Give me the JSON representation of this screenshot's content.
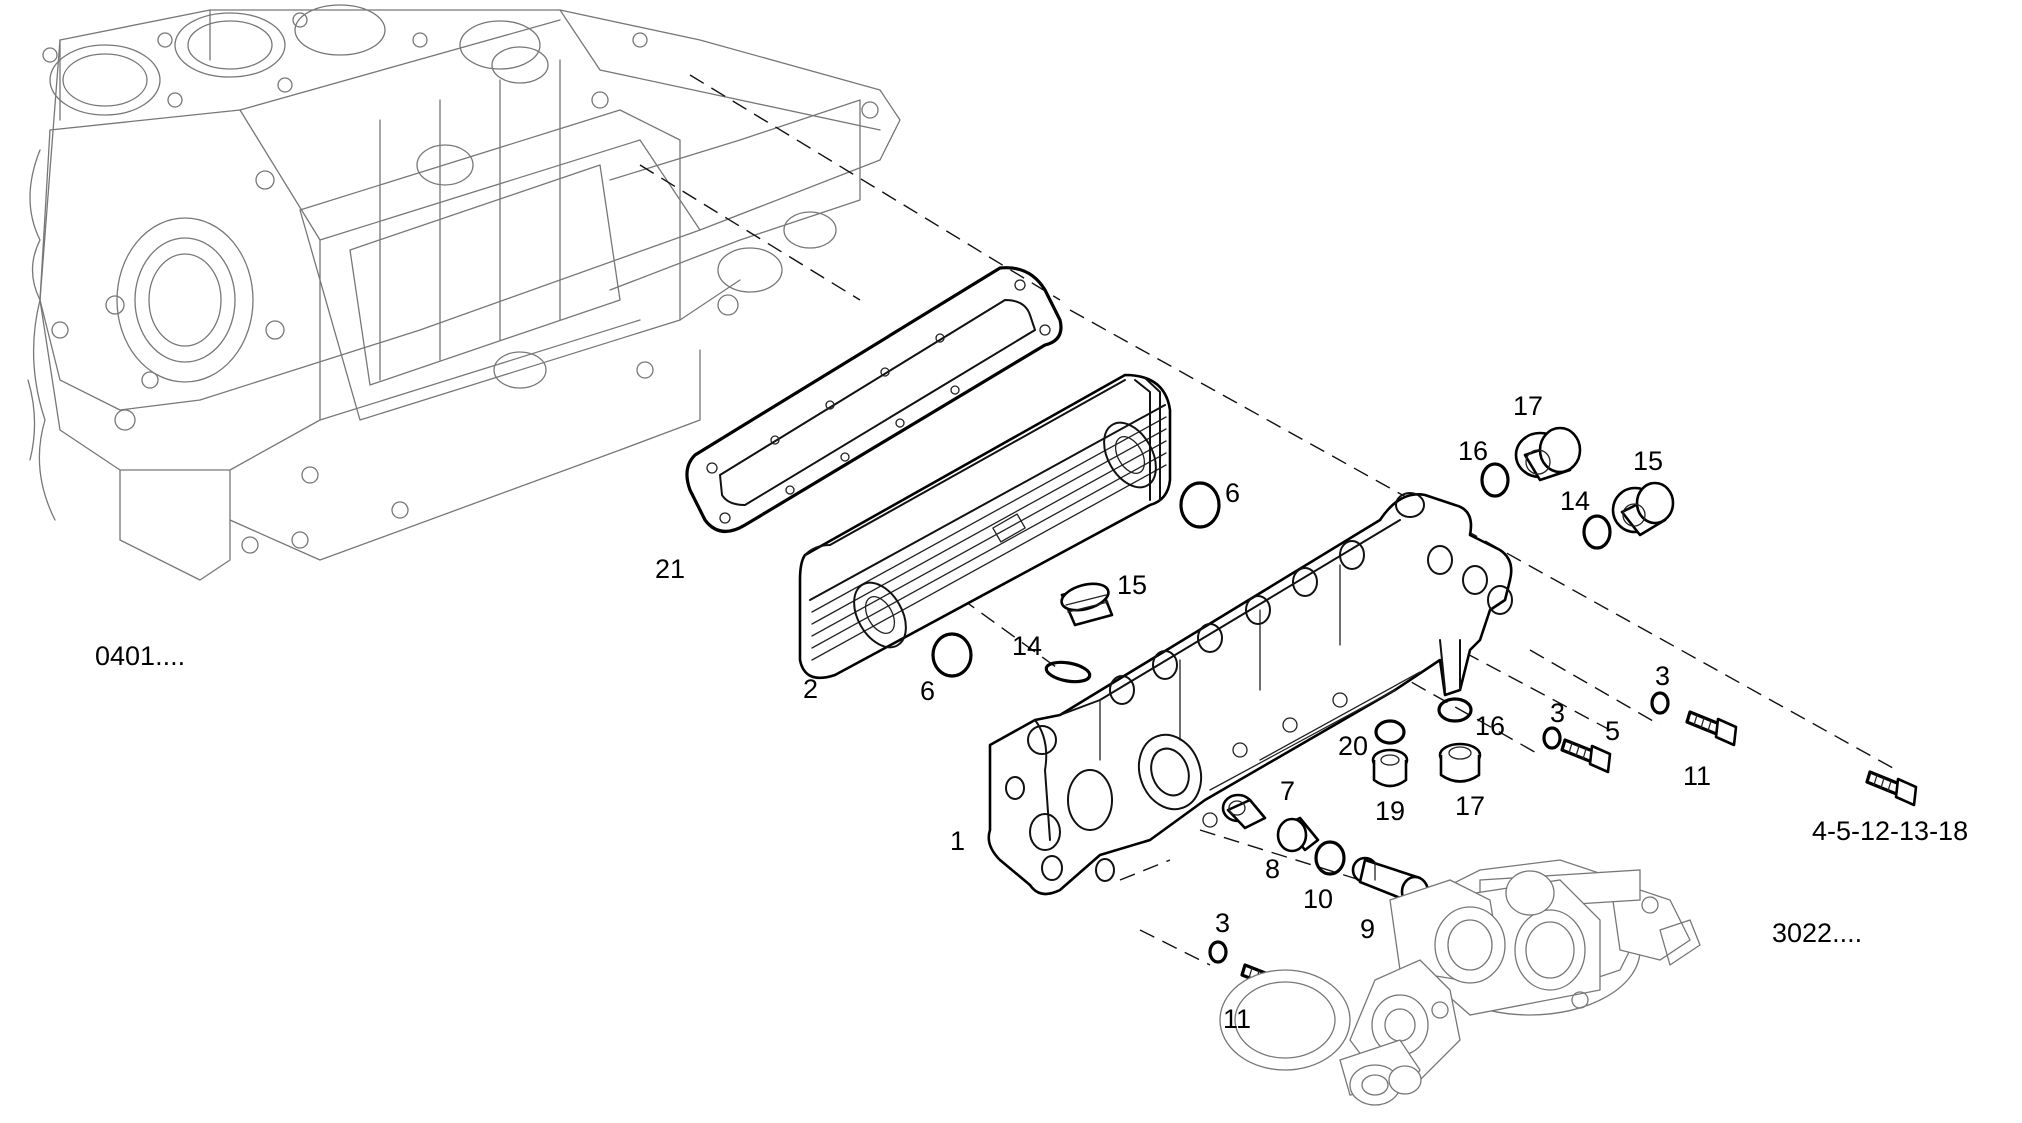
{
  "callouts": {
    "ref_block": "0401....",
    "ref_filter": "3022....",
    "ref_bolts": "4-5-12-13-18",
    "c1": "1",
    "c2": "2",
    "c3a": "3",
    "c3b": "3",
    "c3c": "3",
    "c5": "5",
    "c6a": "6",
    "c6b": "6",
    "c7": "7",
    "c8": "8",
    "c9": "9",
    "c10": "10",
    "c11a": "11",
    "c11b": "11",
    "c14a": "14",
    "c14b": "14",
    "c15a": "15",
    "c15b": "15",
    "c16a": "16",
    "c16b": "16",
    "c17a": "17",
    "c17b": "17",
    "c19": "19",
    "c20": "20",
    "c21": "21"
  }
}
